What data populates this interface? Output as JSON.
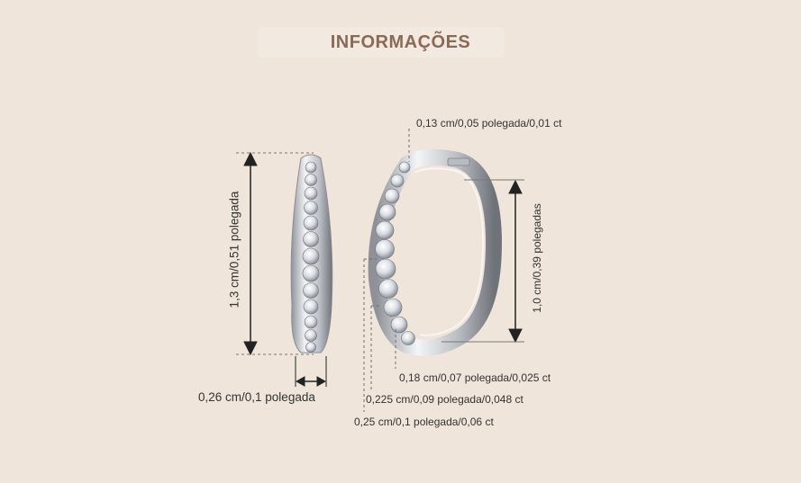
{
  "title": "INFORMAÇÕES",
  "dimensions": {
    "side_height": "1,3 cm/0,51 polegada",
    "side_width": "0,26 cm/0,1 polegada",
    "hoop_height": "1,0 cm/0,39 polegadas",
    "stone_top": "0,13 cm/0,05 polegada/0,01 ct",
    "stone_small": "0,18 cm/0,07 polegada/0,025 ct",
    "stone_medium": "0,225 cm/0,09 polegada/0,048 ct",
    "stone_large": "0,25 cm/0,1 polegada/0,06 ct"
  },
  "colors": {
    "background": "#efe5da",
    "title": "#8a6a55",
    "metal": "#c9ccd1"
  },
  "icons": [
    "side-view-earring-image",
    "front-view-hoop-earring-image",
    "dimension-arrow-icon"
  ]
}
